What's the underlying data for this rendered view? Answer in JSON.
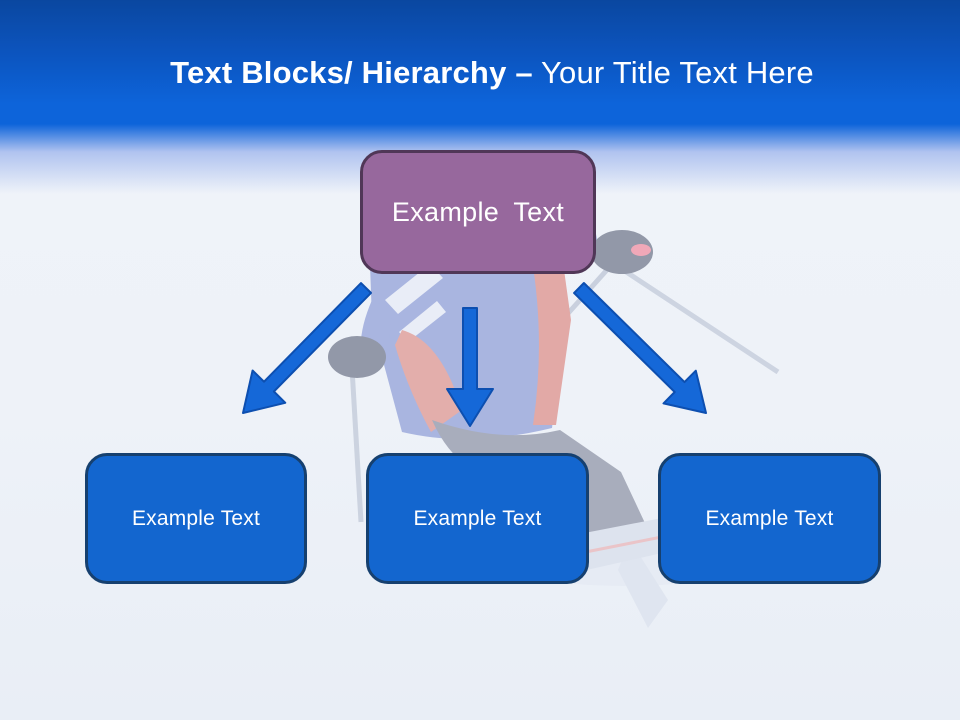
{
  "slide": {
    "title_bold": "Text Blocks/ Hierarchy –",
    "title_regular": " Your Title Text Here"
  },
  "hierarchy": {
    "root": {
      "label": "Example Text"
    },
    "children": [
      {
        "label": "Example Text"
      },
      {
        "label": "Example Text"
      },
      {
        "label": "Example Text"
      }
    ]
  },
  "icons": {
    "arrows": [
      "arrow-down-left-icon",
      "arrow-down-icon",
      "arrow-down-right-icon"
    ],
    "background": "skier-photo"
  },
  "colors": {
    "header-blue-dark": "#0A47A0",
    "header-blue": "#0D64DA",
    "title-text": "#FFFFFF",
    "root-fill": "#97689D",
    "root-border": "#503757",
    "root-text": "#FFFFFF",
    "child-fill": "#1366CF",
    "child-border": "#16406F",
    "child-text": "#FFFFFF",
    "arrow-fill": "#1568D8",
    "arrow-border": "#0D4FB0",
    "snow": "#EEF2F8"
  }
}
